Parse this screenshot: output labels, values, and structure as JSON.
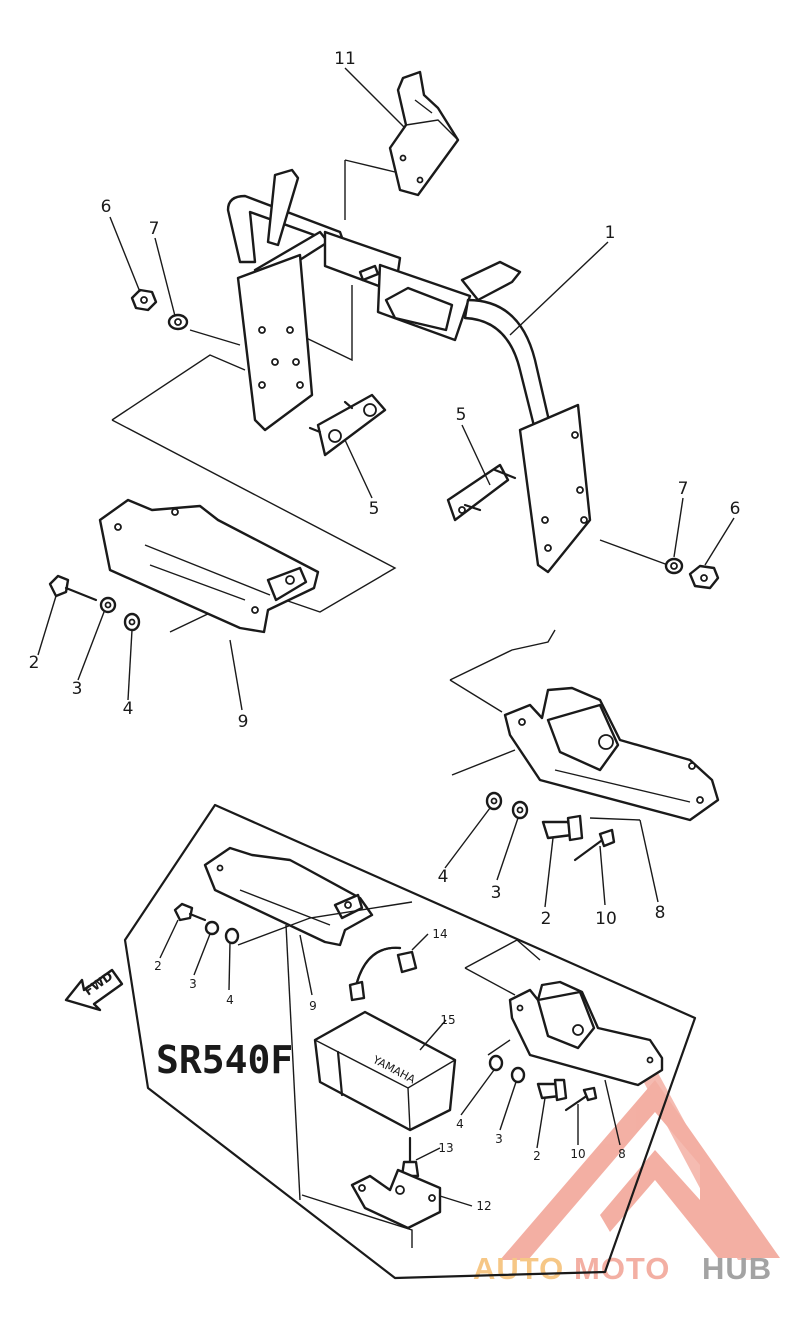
{
  "diagram": {
    "model_label": "SR540F",
    "fwd_label": "FWD",
    "battery_brand": "YAMAHA",
    "callouts_main": {
      "c11": "11",
      "c1": "1",
      "c6_left": "6",
      "c7_left": "7",
      "c6_right": "6",
      "c7_right": "7",
      "c5_left": "5",
      "c5_right": "5",
      "c2_left": "2",
      "c3_left": "3",
      "c4_left": "4",
      "c9_left": "9",
      "c4_right": "4",
      "c3_right": "3",
      "c2_right": "2",
      "c10_right": "10",
      "c8_right": "8"
    },
    "callouts_inset": {
      "c14": "14",
      "c15": "15",
      "c13": "13",
      "c12": "12",
      "c2_left": "2",
      "c3_left": "3",
      "c4_left": "4",
      "c9": "9",
      "c4_right": "4",
      "c3_right": "3",
      "c2_right": "2",
      "c10": "10",
      "c8": "8"
    }
  },
  "watermark": {
    "part1": "AUTO",
    "part2": "MOTO",
    "part3": "HUB",
    "color_primary": "#f2a79a",
    "color_accent": "#f6c27a",
    "color_dark": "#9a9a9a"
  }
}
